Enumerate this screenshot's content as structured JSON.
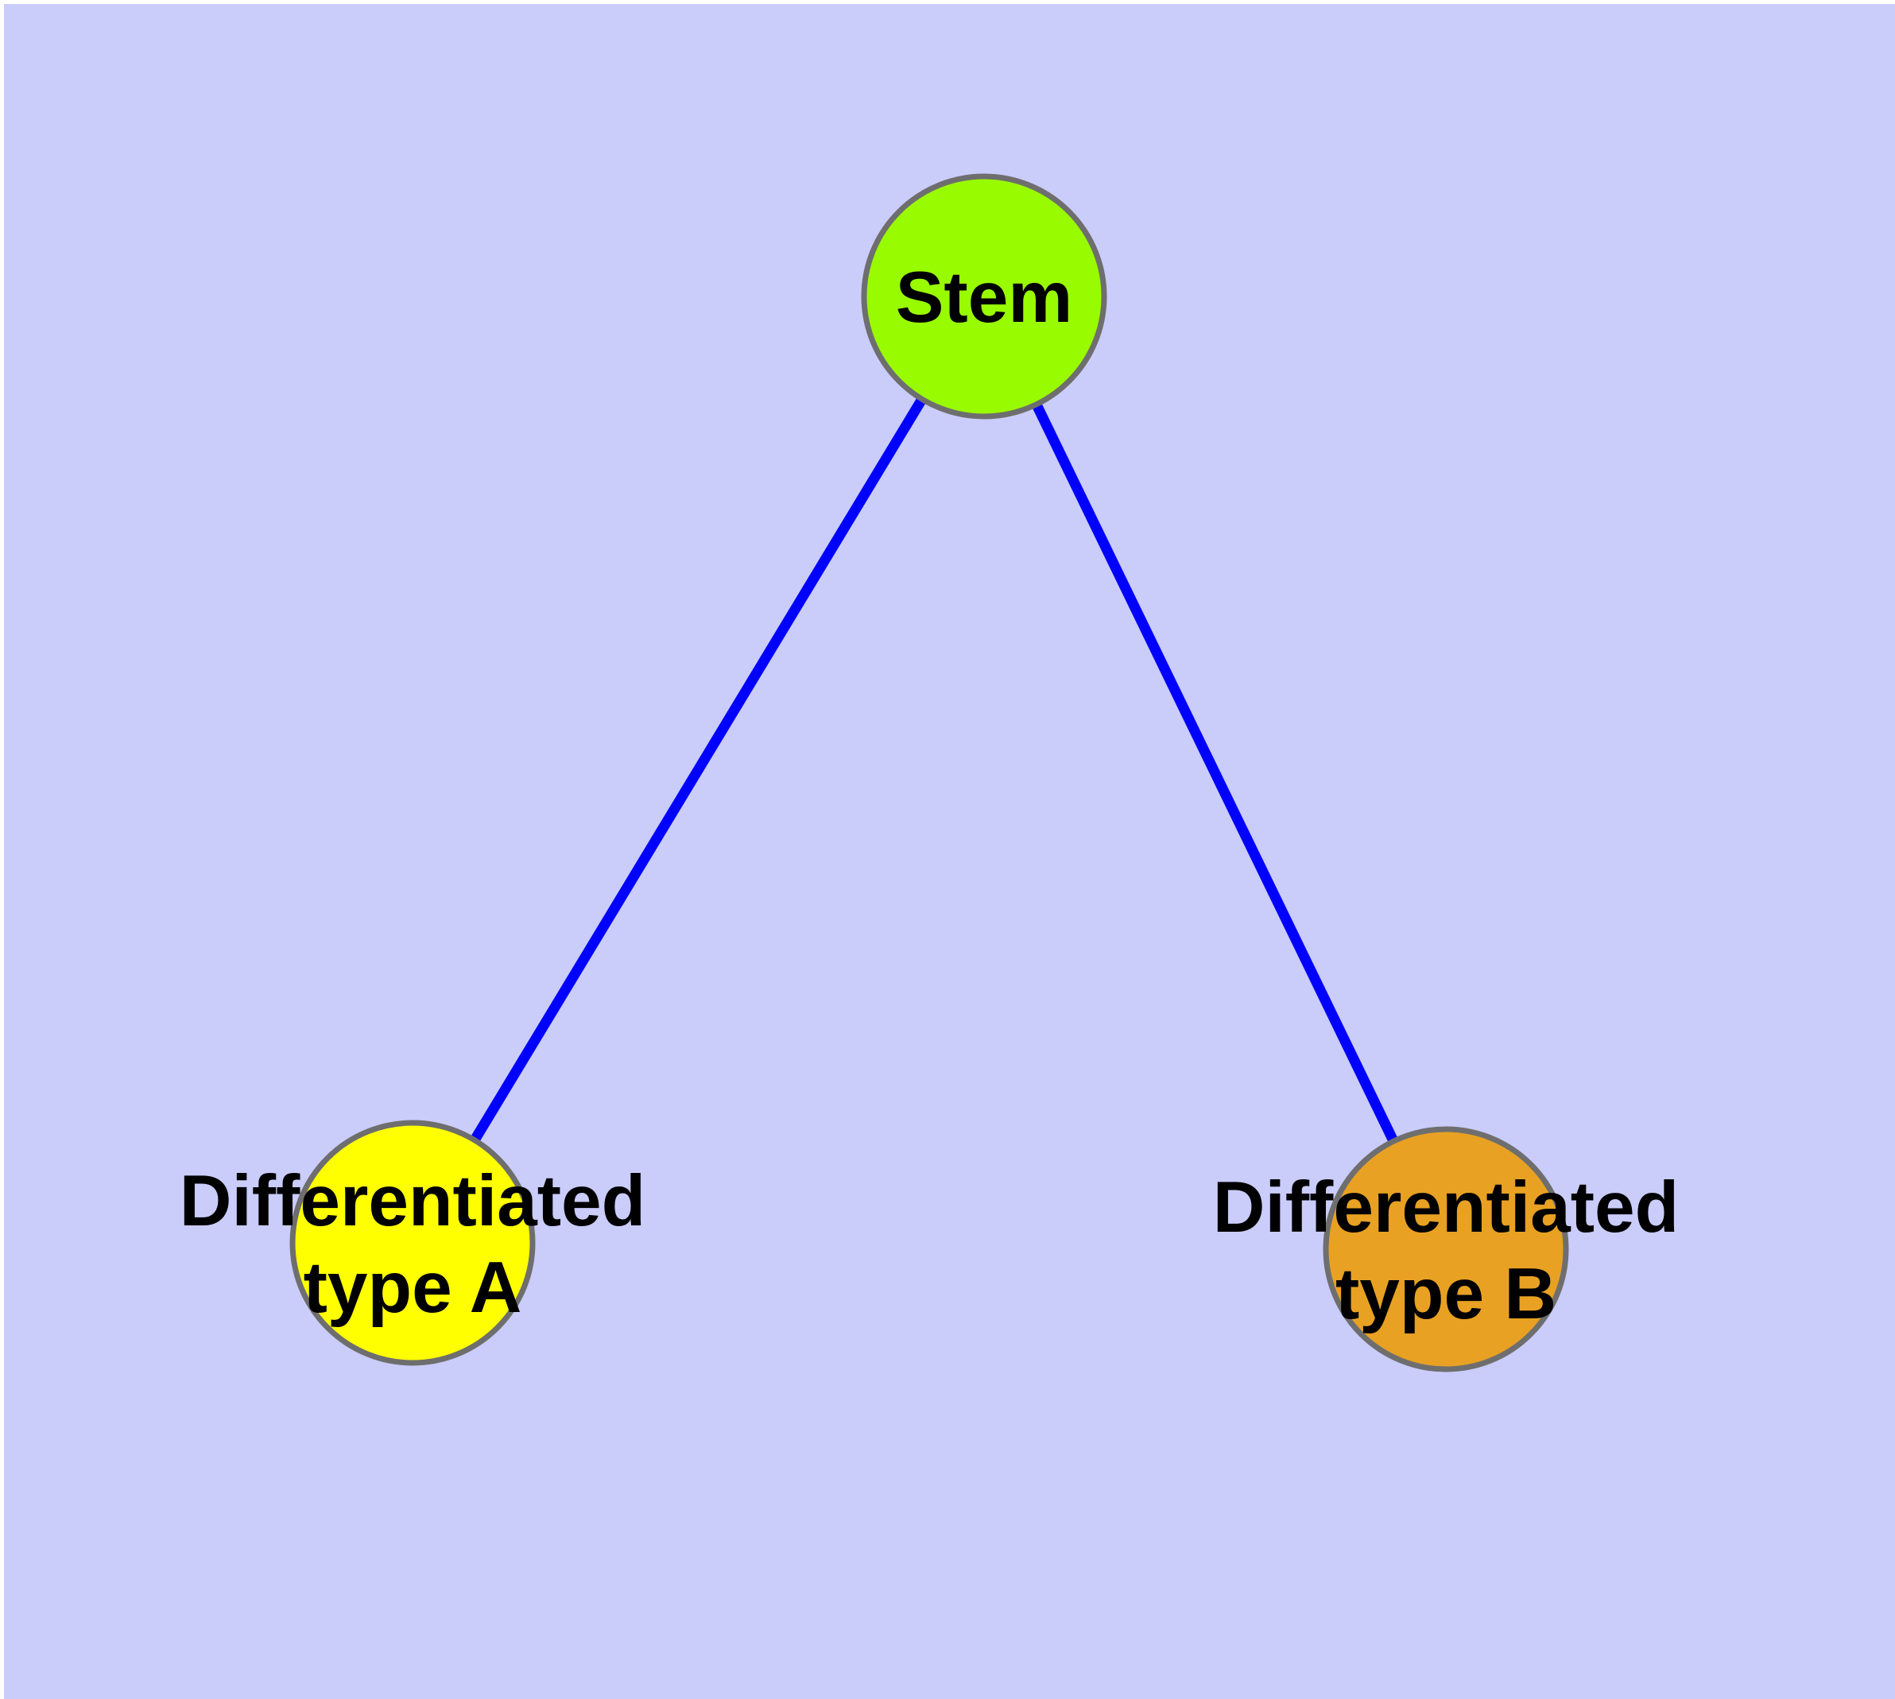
{
  "diagram": {
    "type": "graph",
    "description": "Stem cell differentiation diagram",
    "colors": {
      "background": "#CACCFA",
      "page_margin": "#FFFFFF",
      "edge": "#0000FF",
      "node_border": "#6E6E6E",
      "label_text": "#000000"
    },
    "nodes": [
      {
        "id": "stem",
        "label": "Stem",
        "fill": "#99FB00"
      },
      {
        "id": "type-a",
        "lines": [
          "Differentiated",
          "type A"
        ],
        "fill": "#FFFF00"
      },
      {
        "id": "type-b",
        "lines": [
          "Differentiated",
          "type B"
        ],
        "fill": "#E8A122"
      }
    ],
    "edges": [
      {
        "from": "Stem",
        "to": "Differentiated type A"
      },
      {
        "from": "Stem",
        "to": "Differentiated type B"
      }
    ]
  }
}
